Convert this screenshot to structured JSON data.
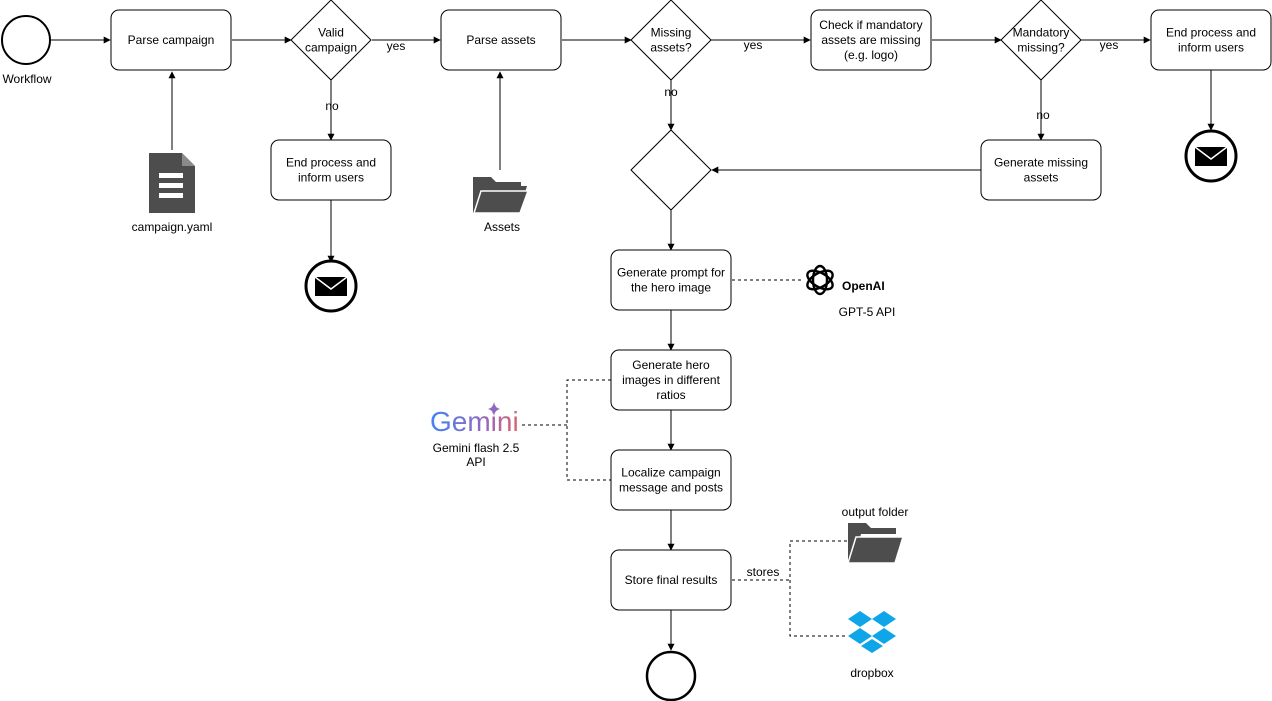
{
  "colors": {
    "stroke": "#000000",
    "icon_gray": "#4d4d4d",
    "gemini_blue": "#4285f4",
    "gemini_purple": "#9168c0",
    "gemini_pink": "#d96570",
    "dropbox_blue": "#0ea5e9"
  },
  "labels": {
    "workflow": "Workflow",
    "campaign_file": "campaign.yaml",
    "assets": "Assets",
    "openai_logo": "OpenAI",
    "gpt_api": "GPT-5 API",
    "gemini_logo": "Gemini",
    "gemini_api_line1": "Gemini flash 2.5",
    "gemini_api_line2": "API",
    "output_folder": "output folder",
    "dropbox": "dropbox"
  },
  "steps": {
    "parse_campaign": [
      "Parse campaign"
    ],
    "end_invalid": [
      "End process and",
      "inform users"
    ],
    "parse_assets": [
      "Parse assets"
    ],
    "check_mandatory": [
      "Check if mandatory",
      "assets are missing",
      "(e.g. logo)"
    ],
    "end_top_right": [
      "End process and",
      "inform users"
    ],
    "generate_missing": [
      "Generate missing",
      "assets"
    ],
    "generate_prompt": [
      "Generate prompt for",
      "the hero image"
    ],
    "generate_hero": [
      "Generate hero",
      "images in different",
      "ratios"
    ],
    "localize": [
      "Localize campaign",
      "message and posts"
    ],
    "store": [
      "Store final results"
    ]
  },
  "decisions": {
    "valid_campaign": [
      "Valid",
      "campaign"
    ],
    "missing_assets": [
      "Missing",
      "assets?"
    ],
    "mandatory_missing": [
      "Mandatory",
      "missing?"
    ]
  },
  "edge_labels": {
    "yes": "yes",
    "no": "no",
    "stores": "stores"
  },
  "icons": {
    "file": "file-icon",
    "folder": "folder-icon",
    "mail": "mail-icon",
    "openai": "openai-logo-icon",
    "gemini_sparkle": "sparkle-icon",
    "dropbox": "dropbox-icon"
  }
}
